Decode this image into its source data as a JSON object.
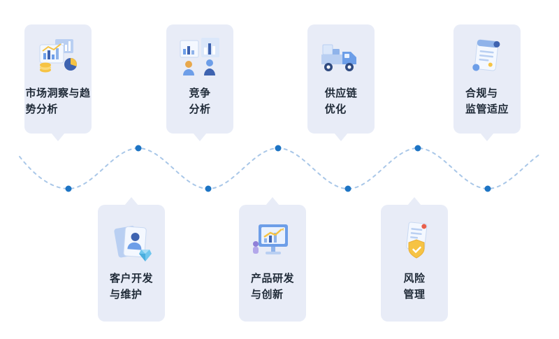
{
  "colors": {
    "background": "#ffffff",
    "card_bg": "#e8ecf7",
    "text": "#1f2a37",
    "wave_line": "#a9c7e8",
    "dot": "#1d74c4",
    "accent_yellow": "#f6c344",
    "icon_blue": "#6d9ee8",
    "icon_navy": "#3e63b0"
  },
  "diagram": {
    "type": "process-flow-wave",
    "node_count": 7
  },
  "cards": [
    {
      "id": "market-insight",
      "row": "top",
      "label": "市场洞察与趋\n势分析",
      "icon": "charts-dashboard-icon"
    },
    {
      "id": "competition-analysis",
      "row": "top",
      "label": "竞争\n分析",
      "icon": "people-charts-icon"
    },
    {
      "id": "supply-chain",
      "row": "top",
      "label": "供应链\n优化",
      "icon": "truck-icon"
    },
    {
      "id": "compliance",
      "row": "top",
      "label": "合规与\n监管适应",
      "icon": "scroll-document-icon"
    },
    {
      "id": "customer-development",
      "row": "bottom",
      "label": "客户开发\n与维护",
      "icon": "id-cards-icon"
    },
    {
      "id": "product-rd",
      "row": "bottom",
      "label": "产品研发\n与创新",
      "icon": "monitor-chart-icon"
    },
    {
      "id": "risk-management",
      "row": "bottom",
      "label": "风险\n管理",
      "icon": "shield-document-icon"
    }
  ]
}
